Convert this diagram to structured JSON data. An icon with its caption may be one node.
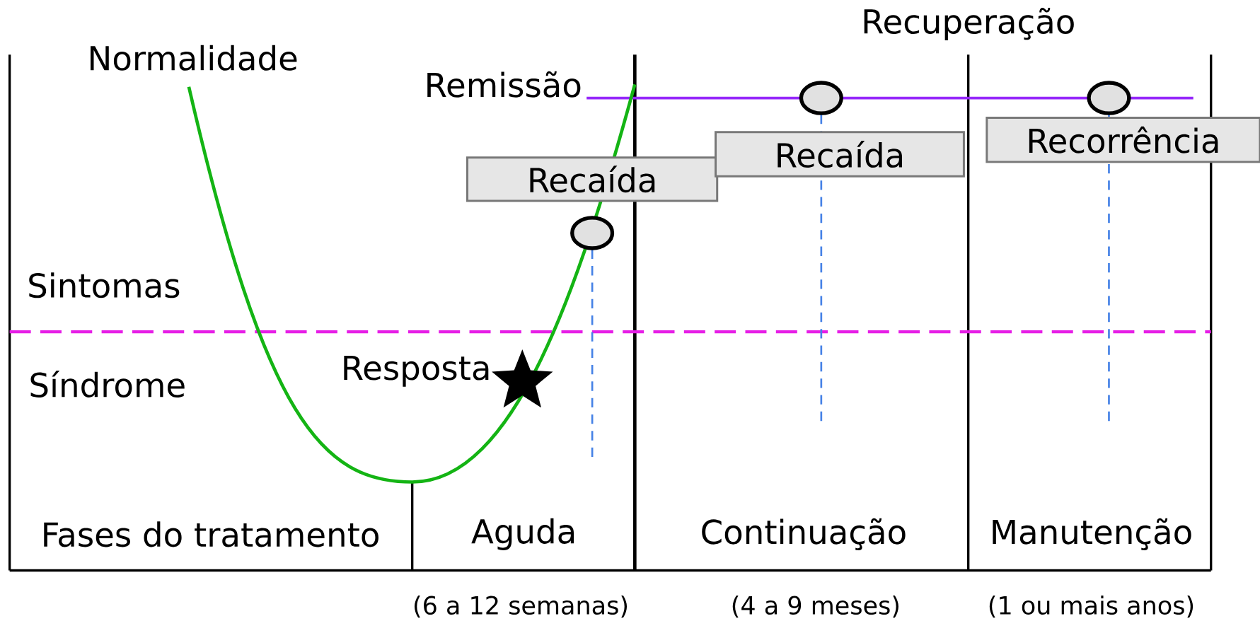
{
  "diagram": {
    "nodes": [
      {
        "text": [
          "Recaída"
        ]
      },
      {
        "text": [
          "Recaída"
        ]
      },
      {
        "text": [
          "Recorrência"
        ]
      },
      {
        "text": [],
        "shape": "circle"
      },
      {
        "text": [],
        "shape": "circle"
      },
      {
        "text": [],
        "shape": "circle"
      },
      {
        "text": [],
        "shape": "star",
        "beside": [
          "Resposta"
        ]
      }
    ],
    "labels": [
      "Recuperação",
      "Normalidade",
      "Remissão",
      "Sintomas",
      "Síndrome",
      "Fases do tratamento",
      "Aguda",
      "Continuação",
      "Manutenção",
      "(6 a 12 semanas)",
      "(4 a 9 meses)",
      "(1 ou mais anos)"
    ]
  }
}
